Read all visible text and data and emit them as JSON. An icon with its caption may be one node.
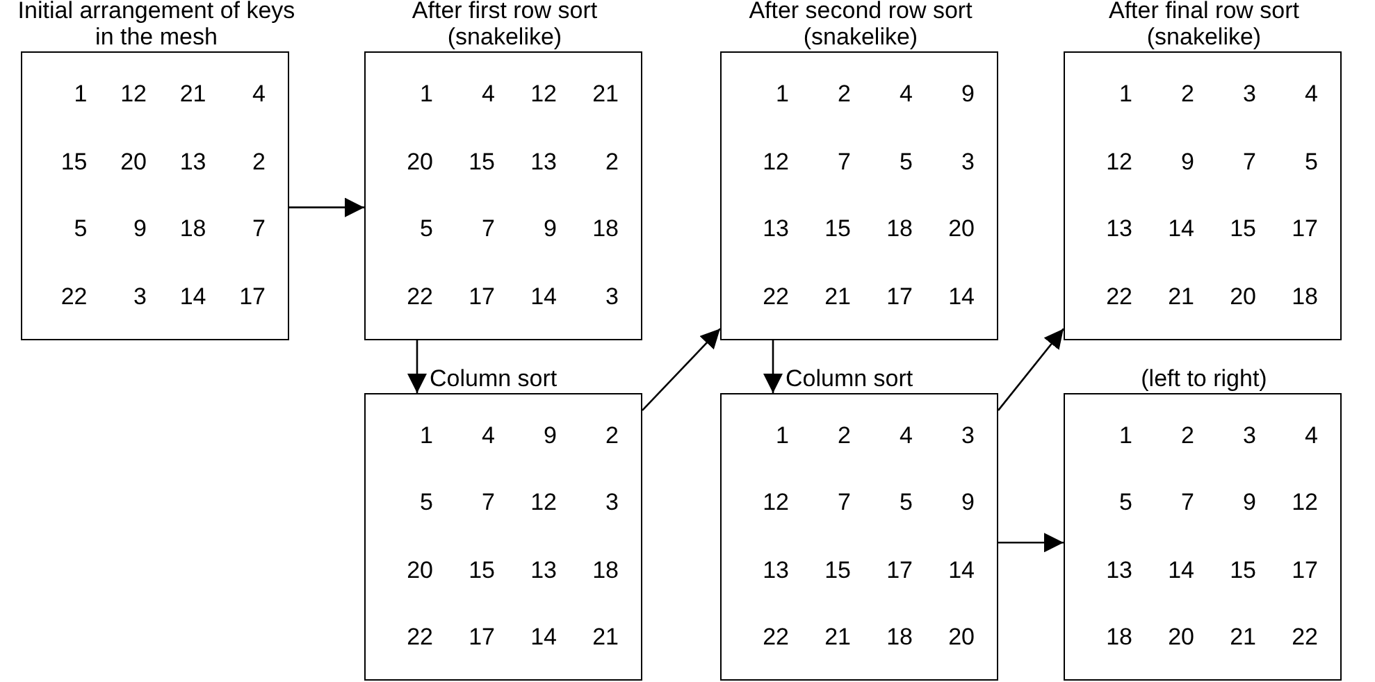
{
  "diagram": {
    "nodes": [
      {
        "text": [
          "Initial arrangement of keys in the mesh",
          "1",
          "12",
          "21",
          "4",
          "15",
          "20",
          "13",
          "2",
          "5",
          "9",
          "18",
          "7",
          "22",
          "3",
          "14",
          "17"
        ]
      },
      {
        "text": [
          "After first row sort (snakelike)",
          "1",
          "4",
          "12",
          "21",
          "20",
          "15",
          "13",
          "2",
          "5",
          "7",
          "9",
          "18",
          "22",
          "17",
          "14",
          "3"
        ]
      },
      {
        "text": [
          "After second row sort (snakelike)",
          "1",
          "2",
          "4",
          "9",
          "12",
          "7",
          "5",
          "3",
          "13",
          "15",
          "18",
          "20",
          "22",
          "21",
          "17",
          "14"
        ]
      },
      {
        "text": [
          "After final row sort (snakelike)",
          "1",
          "2",
          "3",
          "4",
          "12",
          "9",
          "7",
          "5",
          "13",
          "14",
          "15",
          "17",
          "22",
          "21",
          "20",
          "18"
        ]
      },
      {
        "text": [
          "Column sort",
          "1",
          "4",
          "9",
          "2",
          "5",
          "7",
          "12",
          "3",
          "20",
          "15",
          "13",
          "18",
          "22",
          "17",
          "14",
          "21"
        ]
      },
      {
        "text": [
          "Column sort",
          "1",
          "2",
          "4",
          "3",
          "12",
          "7",
          "5",
          "9",
          "13",
          "15",
          "17",
          "14",
          "22",
          "21",
          "18",
          "20"
        ]
      },
      {
        "text": [
          "(left to right)",
          "1",
          "2",
          "3",
          "4",
          "5",
          "7",
          "9",
          "12",
          "13",
          "14",
          "15",
          "17",
          "18",
          "20",
          "21",
          "22"
        ]
      }
    ],
    "edges": [
      {
        "from": 0,
        "to": 1,
        "arrow": "to"
      },
      {
        "from": 1,
        "to": 4,
        "arrow": "to"
      },
      {
        "from": 4,
        "to": 2,
        "arrow": "to"
      },
      {
        "from": 2,
        "to": 5,
        "arrow": "to"
      },
      {
        "from": 5,
        "to": 3,
        "arrow": "to"
      },
      {
        "from": 5,
        "to": 6,
        "arrow": "to"
      }
    ]
  }
}
